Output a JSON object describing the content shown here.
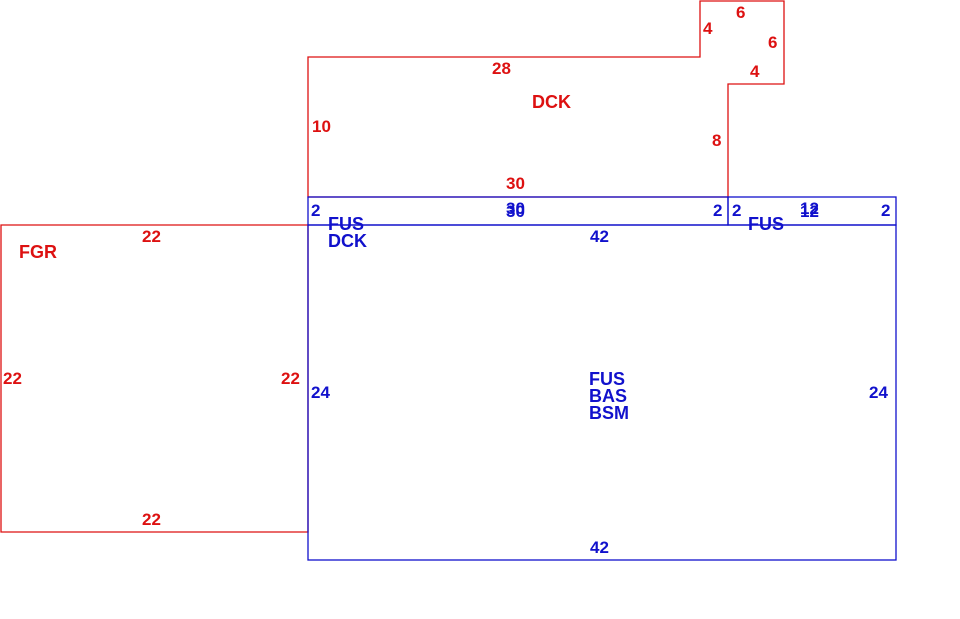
{
  "colors": {
    "red": "#dd1111",
    "blue": "#1111cc"
  },
  "red_labels": {
    "deck_area": "DCK",
    "garage_area": "FGR"
  },
  "blue_labels": {
    "strip_left_1": "FUS",
    "strip_left_2": "DCK",
    "strip_right": "FUS",
    "main_1": "FUS",
    "main_2": "BAS",
    "main_3": "BSM"
  },
  "red_dimensions": {
    "notch_top": "6",
    "notch_left": "4",
    "notch_right": "6",
    "notch_bottom": "4",
    "deck_top": "28",
    "deck_left": "10",
    "deck_right": "8",
    "deck_bottom": "30",
    "garage_top": "22",
    "garage_left": "22",
    "garage_right": "22",
    "garage_bottom": "22"
  },
  "blue_dimensions": {
    "strip_left_edge": "2",
    "strip_top_a": "30",
    "strip_top_b": "30",
    "strip_mid_right": "2",
    "strip_right_left": "2",
    "strip_right_top_a": "12",
    "strip_right_top_b": "12",
    "strip_right_edge": "2",
    "main_top": "42",
    "main_left": "24",
    "main_right": "24",
    "main_bottom": "42"
  }
}
